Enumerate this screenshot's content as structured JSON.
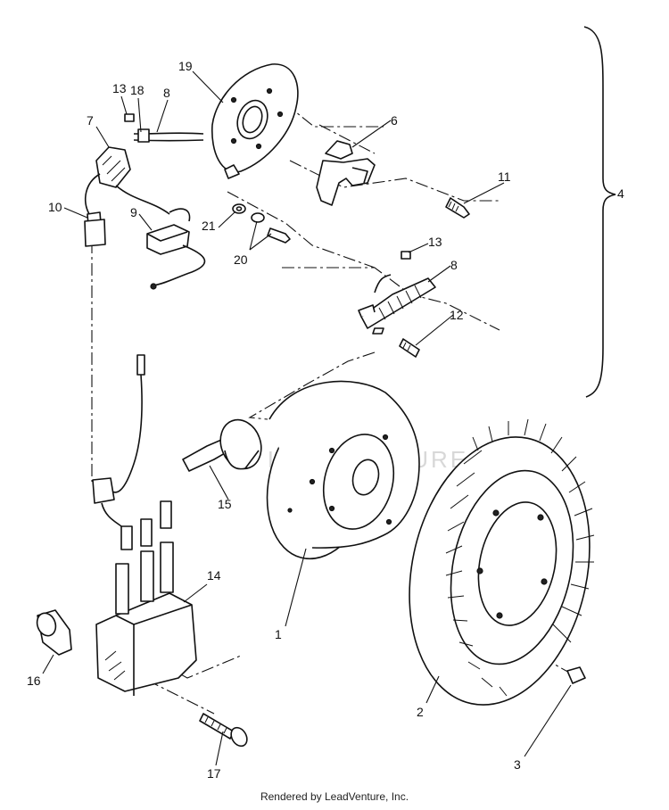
{
  "callouts": {
    "c1": "1",
    "c2": "2",
    "c3": "3",
    "c4": "4",
    "c6": "6",
    "c7": "7",
    "c8": "8",
    "c9": "9",
    "c10": "10",
    "c11": "11",
    "c12": "12",
    "c13a": "13",
    "c13b": "13",
    "c14": "14",
    "c15": "15",
    "c16": "16",
    "c17": "17",
    "c18": "18",
    "c19": "19",
    "c20": "20",
    "c21": "21",
    "c8b": "8"
  },
  "watermark": "LEADVENTURE",
  "footer": "Rendered by LeadVenture, Inc."
}
